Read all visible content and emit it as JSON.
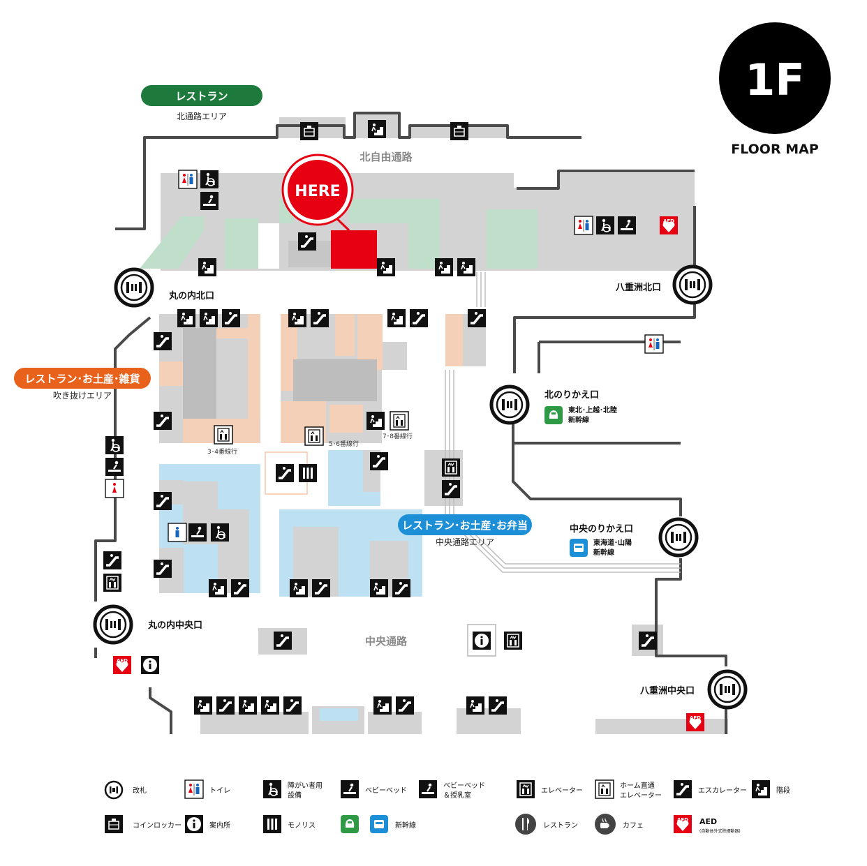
{
  "badge": {
    "floor": "1F",
    "subtitle": "FLOOR MAP"
  },
  "here": "HERE",
  "pills": {
    "north": {
      "label": "レストラン",
      "area": "北通路エリア",
      "color": "#1e7a3c"
    },
    "west": {
      "label": "レストラン･お土産･雑貨",
      "area": "吹き抜けエリア",
      "color": "#e8621c"
    },
    "center": {
      "label": "レストラン･お土産･お弁当",
      "area": "中央通路エリア",
      "color": "#1d8fd6"
    }
  },
  "corridors": {
    "north": "北自由通路",
    "center": "中央通路"
  },
  "gates": {
    "marunouchi_north": "丸の内北口",
    "yaesu_north": "八重洲北口",
    "kita_norikae": "北のりかえ口",
    "chuo_norikae": "中央のりかえ口",
    "marunouchi_central": "丸の内中央口",
    "yaesu_central": "八重洲中央口"
  },
  "shinkansen": {
    "north": {
      "line1": "東北･上越･北陸",
      "line2": "新幹線"
    },
    "central": {
      "line1": "東海道･山陽",
      "line2": "新幹線"
    }
  },
  "platforms": {
    "p34": "3･4番線行",
    "p56": "5･6番線行",
    "p78": "7･8番線行"
  },
  "icon_text": {
    "aed": "AED"
  },
  "legend": [
    {
      "icon": "gate-icon",
      "label": "改札"
    },
    {
      "icon": "toilet-icon",
      "label": "トイレ"
    },
    {
      "icon": "wheelchair-icon",
      "label": "障がい者用",
      "label2": "設備"
    },
    {
      "icon": "baby-bed-icon",
      "label": "ベビーベッド"
    },
    {
      "icon": "nursing-room-icon",
      "label": "ベビーベッド",
      "label2": "＆授乳室"
    },
    {
      "icon": "elevator-icon",
      "label": "エレベーター"
    },
    {
      "icon": "platform-elevator-icon",
      "label": "ホーム直通",
      "label2": "エレベーター"
    },
    {
      "icon": "escalator-icon",
      "label": "エスカレーター"
    },
    {
      "icon": "stairs-icon",
      "label": "階段"
    },
    {
      "icon": "coin-locker-icon",
      "label": "コインロッカー"
    },
    {
      "icon": "info-icon",
      "label": "案内所"
    },
    {
      "icon": "monolith-icon",
      "label": "モノリス"
    },
    {
      "icon": "shinkansen-icon",
      "label": "新幹線"
    },
    {
      "icon": "restaurant-icon",
      "label": "レストラン"
    },
    {
      "icon": "cafe-icon",
      "label": "カフェ"
    },
    {
      "icon": "aed-icon",
      "label": "AED",
      "label2": "(自動体外式除細動器)"
    }
  ]
}
